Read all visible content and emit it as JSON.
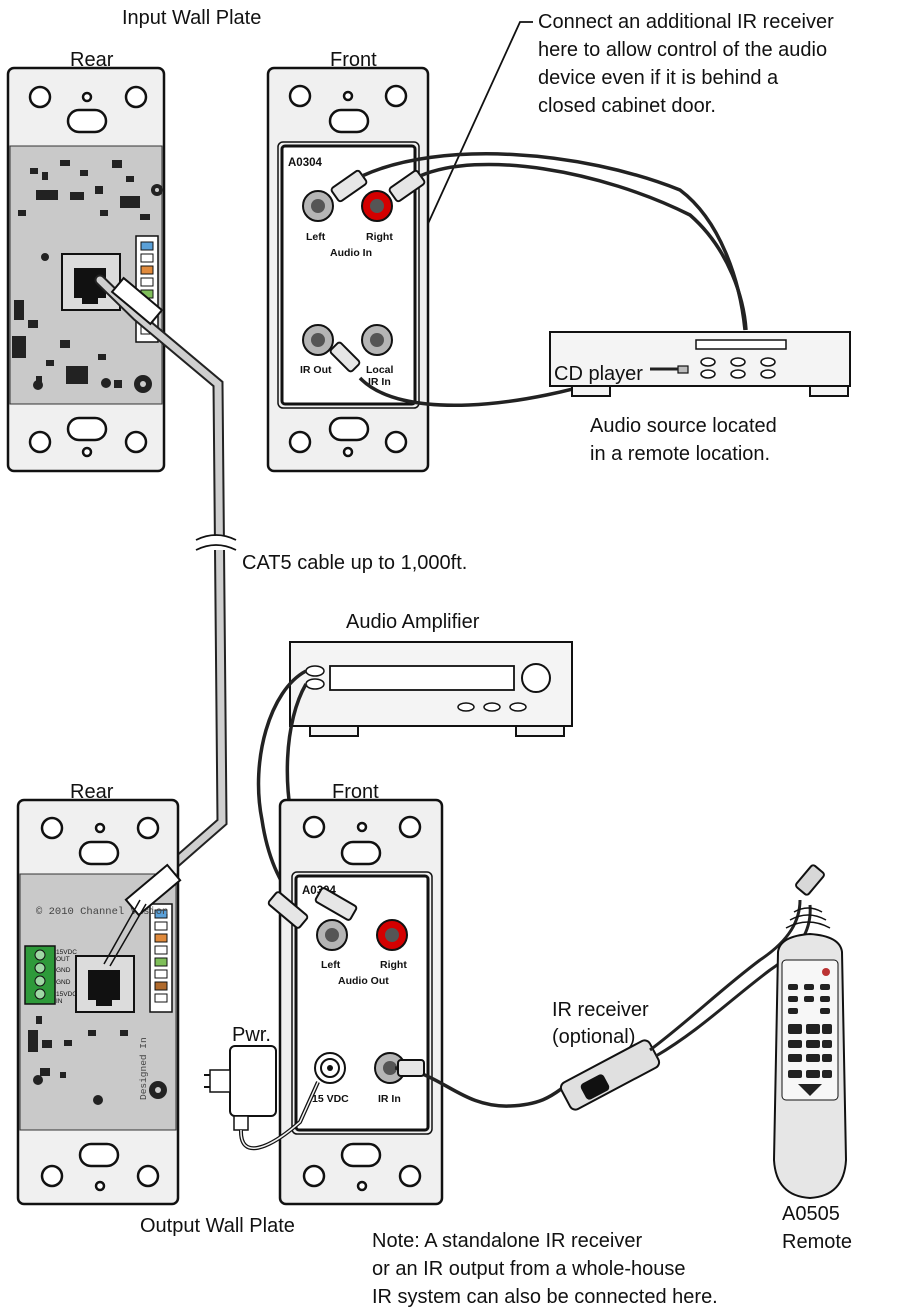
{
  "input_plate": {
    "title": "Input Wall Plate",
    "rear_label": "Rear",
    "front_label": "Front",
    "model": "A0304",
    "jack_left": "Left",
    "jack_right": "Right",
    "group_label": "Audio In",
    "ir_out": "IR Out",
    "local_ir_in_1": "Local",
    "local_ir_in_2": "IR In"
  },
  "callouts": {
    "ir_receiver_note": [
      "Connect an additional IR receiver",
      "here to allow control of the audio",
      "device even if it is behind a",
      "closed cabinet door."
    ],
    "audio_source": [
      "Audio source located",
      "in a remote location."
    ],
    "cat5": "CAT5 cable up to 1,000ft.",
    "ir_receiver": [
      "IR receiver",
      "(optional)"
    ],
    "pwr": "Pwr.",
    "remote": [
      "A0505",
      "Remote"
    ],
    "note": [
      "Note: A standalone IR receiver",
      "or an IR output from a whole-house",
      "IR system can also be connected here."
    ]
  },
  "devices": {
    "cd_player": "CD player",
    "amplifier": "Audio Amplifier"
  },
  "output_plate": {
    "title": "Output Wall Plate",
    "rear_label": "Rear",
    "front_label": "Front",
    "model": "A0304",
    "copyright": "© 2010 Channel Vision",
    "designed_in": "Designed In",
    "jack_left": "Left",
    "jack_right": "Right",
    "group_label": "Audio Out",
    "vdc": "15 VDC",
    "ir_in": "IR In",
    "terminal_labels": [
      "15VDC",
      "OUT",
      "GND",
      "GND",
      "15VDC",
      "IN"
    ]
  },
  "colors": {
    "rca_red": "#d40000",
    "pcb_grey": "#c9c9c9",
    "terminal_green": "#2e9a3a",
    "cable_grey": "#cfcfcf"
  }
}
